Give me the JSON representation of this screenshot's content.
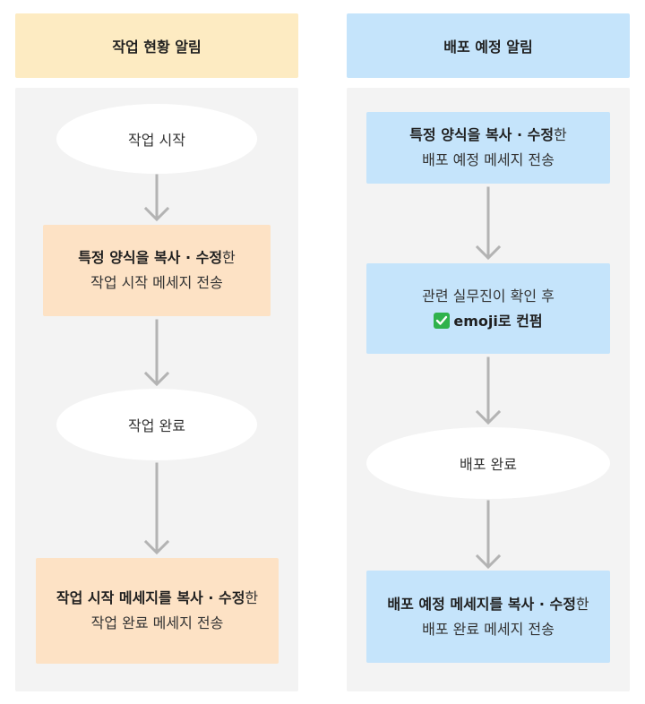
{
  "left_column": {
    "header": "작업 현황 알림",
    "start_node": "작업 시작",
    "step1": {
      "bold": "특정 양식을 복사 · 수정",
      "suffix": "한",
      "line2": "작업 시작 메세지 전송"
    },
    "end_node": "작업 완료",
    "step2": {
      "bold": "작업 시작 메세지를 복사 · 수정",
      "suffix": "한",
      "line2": "작업 완료 메세지 전송"
    }
  },
  "right_column": {
    "header": "배포 예정 알림",
    "step1": {
      "bold": "특정 양식을 복사 · 수정",
      "suffix": "한",
      "line2": "배포 예정 메세지 전송"
    },
    "step2": {
      "line1": "관련 실무진이 확인 후",
      "line2_bold": "emoji로 컨펌"
    },
    "end_node": "배포 완료",
    "step3": {
      "bold": "배포 예정 메세지를 복사 · 수정",
      "suffix": "한",
      "line2": "배포 완료 메세지 전송"
    }
  },
  "colors": {
    "left_header_bg": "#fdebc2",
    "right_header_bg": "#c5e4fb",
    "panel_bg": "#f3f3f3",
    "orange_box": "#fde2c5",
    "blue_box": "#c5e4fb",
    "arrow": "#b3b3b3",
    "check": "#2fb24c"
  },
  "icons": {
    "confirm_icon": "check-mark-button-icon"
  }
}
